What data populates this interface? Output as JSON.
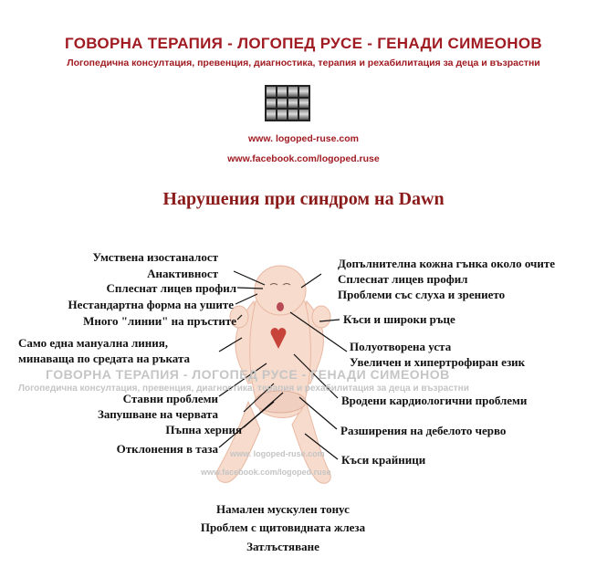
{
  "header": {
    "title": "ГОВОРНА ТЕРАПИЯ - ЛОГОПЕД РУСЕ - ГЕНАДИ СИМЕОНОВ",
    "subtitle": "Логопедична консултация, превенция, диагностика, терапия и рехабилитация за деца и възрастни",
    "website": "www. logoped-ruse.com",
    "facebook": "www.facebook.com/logoped.ruse"
  },
  "main_title": "Нарушения при синдром на Dawn",
  "left_labels": [
    "Умствена изостаналост",
    "Анактивност",
    "Сплеснат лицев профил",
    "Нестандартна форма на ушите",
    "Много \"линии\" на пръстите",
    "Само една мануална линия,",
    "минаваща по средата на ръката",
    "Ставни проблеми",
    "Запушване на червата",
    "Пъпна херния",
    "Отклонения в таза"
  ],
  "right_labels": [
    "Допълнителна кожна гънка около очите",
    "Сплеснат лицев профил",
    "Проблеми със слуха и зрението",
    "Къси и широки ръце",
    "Полуотворена уста",
    "Увеличен и хипертрофиран език",
    "Вродени кардиологични проблеми",
    "Разширения на дебелото черво",
    "Къси крайници"
  ],
  "bottom_labels": [
    "Намален мускулен тонус",
    "Проблем с щитовидната жлеза",
    "Затлъстяване"
  ],
  "watermark": {
    "title": "ГОВОРНА ТЕРАПИЯ - ЛОГОПЕД РУСЕ - ГЕНАДИ СИМЕОНОВ",
    "subtitle": "Логопедична консултация, превенция, диагностика, терапия и рехабилитация за деца и възрастни",
    "website": "www. logoped-ruse.com",
    "facebook": "www.facebook.com/logoped.ruse"
  },
  "colors": {
    "header_red": "#a01b22",
    "title_red": "#8b1a1a",
    "skin": "#f7dccd",
    "heart": "#c7443a",
    "watermark": "#c5c5c5"
  }
}
